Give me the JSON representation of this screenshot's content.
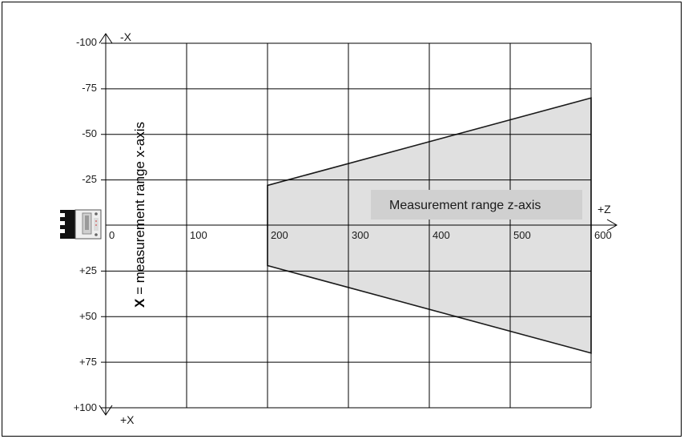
{
  "diagram": {
    "x_axis_label_top": "-X",
    "x_axis_label_bottom": "+X",
    "z_axis_label": "+Z",
    "y_ticks": [
      "-100",
      "-75",
      "-50",
      "-25",
      "+25",
      "+50",
      "+75",
      "+100"
    ],
    "z_ticks": [
      "0",
      "100",
      "200",
      "300",
      "400",
      "500",
      "600"
    ],
    "range_z_label": "Measurement range z-axis",
    "vertical_label_bold": "X",
    "vertical_label_rest": " = measurement range x-axis",
    "colors": {
      "grid": "#000000",
      "fill": "#e0e0e0",
      "label_box": "#d0d0d0"
    }
  },
  "chart_data": {
    "type": "area",
    "zlim": [
      0,
      600
    ],
    "xlim": [
      -100,
      100
    ],
    "measurement_region": {
      "z_near": 200,
      "z_far": 600,
      "x_near": [
        -22,
        22
      ],
      "x_far": [
        -70,
        70
      ]
    },
    "grid": true
  }
}
